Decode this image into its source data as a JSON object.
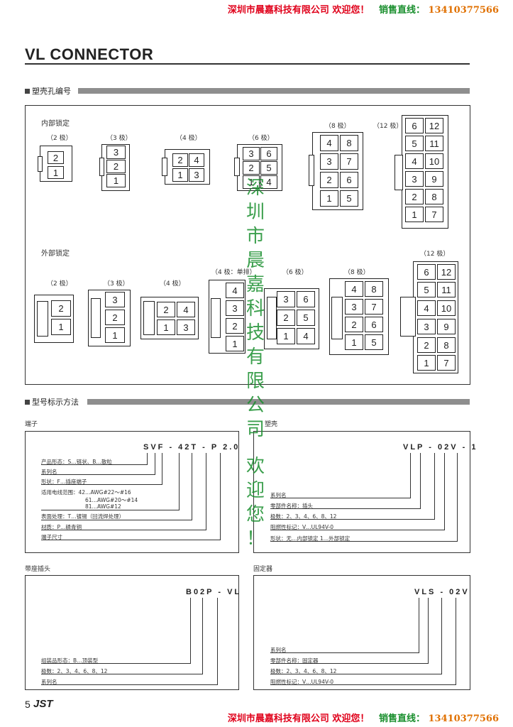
{
  "banner": {
    "company": "深圳市晨嘉科技有限公司",
    "welcome": "欢迎您！",
    "sales_label": "销售直线：",
    "phone": "13410377566"
  },
  "title": "VL CONNECTOR",
  "section1": "塑壳孔编号",
  "internal_lock": "内部锁定",
  "external_lock": "外部锁定",
  "poles": {
    "p2": "（2 极）",
    "p3": "（3 极）",
    "p4": "（4 极）",
    "p6": "（6 极）",
    "p8": "（8 极）",
    "p12": "（12 极）",
    "p4s": "（4 极：单排）"
  },
  "watermark": {
    "company_chars": [
      "深",
      "圳",
      "市",
      "晨",
      "嘉",
      "科",
      "技",
      "有",
      "限",
      "公",
      "司"
    ],
    "welcome_chars": [
      "欢",
      "迎",
      "您",
      "！"
    ]
  },
  "section2": "型号标示方法",
  "terminal": {
    "heading": "端子",
    "code": "SVF - 42T - P 2.0",
    "lines": [
      "产品形态：S…链状、B…散粒",
      "系列名",
      "形状：F…插座端子",
      "适用电线范围：42…AWG#22～#16",
      "61…AWG#20～#14",
      "81…AWG#12",
      "表面处理：T…镀锡（回流焊处理）",
      "材质：P…磷青铜",
      "端子尺寸"
    ]
  },
  "housing": {
    "heading": "塑壳",
    "code": "VLP - 02V - 1",
    "lines": [
      "系列名",
      "零部件名称：插头",
      "极数：2、3、4、6、8、12",
      "阻燃性标记：V…UL94V-0",
      "形状：无…内部锁定 1…外部锁定"
    ]
  },
  "header": {
    "heading": "带座插头",
    "code": "B02P - VL",
    "lines": [
      "组装品形态：B…顶装型",
      "极数：2、3、4、6、8、12",
      "系列名"
    ]
  },
  "retainer": {
    "heading": "固定器",
    "code": "VLS - 02V",
    "lines": [
      "系列名",
      "零部件名称：固定器",
      "极数：2、3、4、6、8、12",
      "阻燃性标记：V…UL94V-0"
    ]
  },
  "footer": {
    "page": "5",
    "logo": "JST"
  }
}
